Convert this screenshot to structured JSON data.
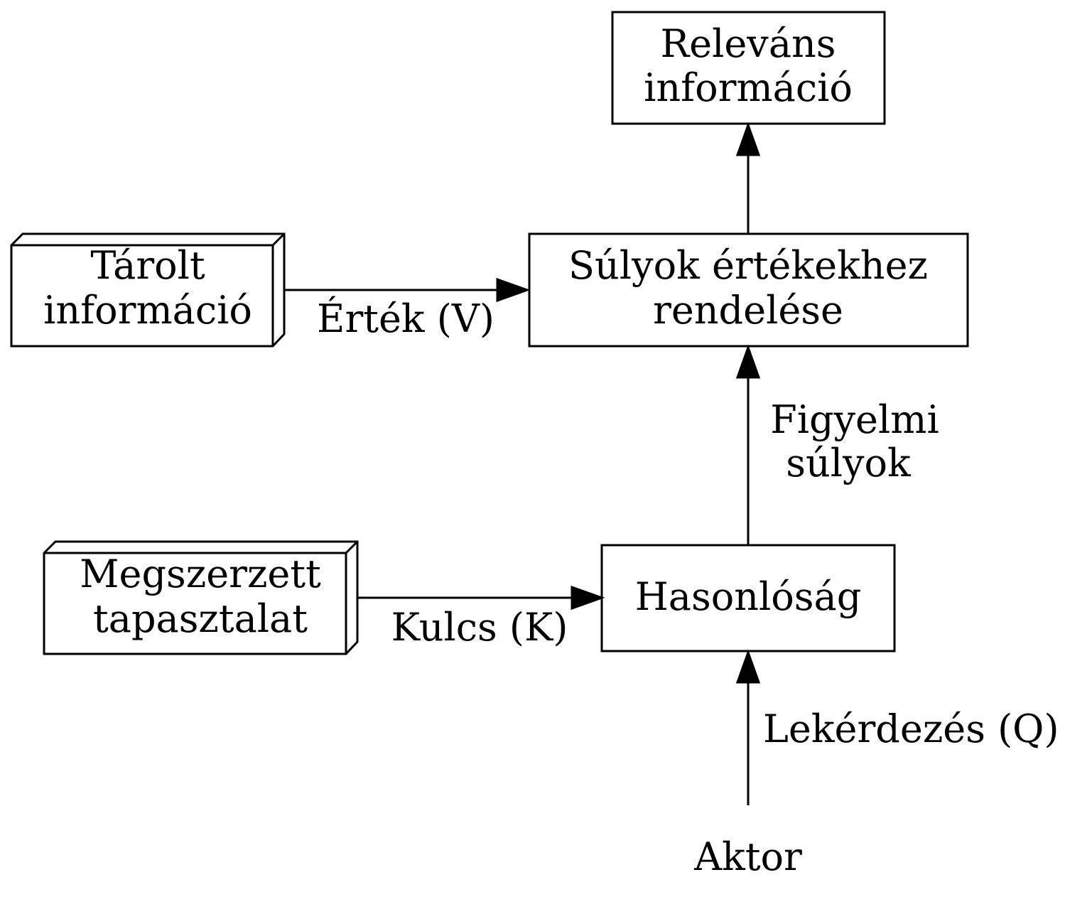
{
  "nodes": {
    "relevant": {
      "line1": "Releváns",
      "line2": "információ"
    },
    "weights": {
      "line1": "Súlyok értékekhez",
      "line2": "rendelése"
    },
    "stored": {
      "line1": "Tárolt",
      "line2": "információ"
    },
    "acquired": {
      "line1": "Megszerzett",
      "line2": "tapasztalat"
    },
    "similarity": {
      "label": "Hasonlóság"
    },
    "actor": {
      "label": "Aktor"
    }
  },
  "edges": {
    "value": {
      "label": "Érték (V)"
    },
    "key": {
      "label": "Kulcs (K)"
    },
    "attention": {
      "line1": "Figyelmi",
      "line2": "súlyok"
    },
    "query": {
      "label": "Lekérdezés (Q)"
    }
  }
}
